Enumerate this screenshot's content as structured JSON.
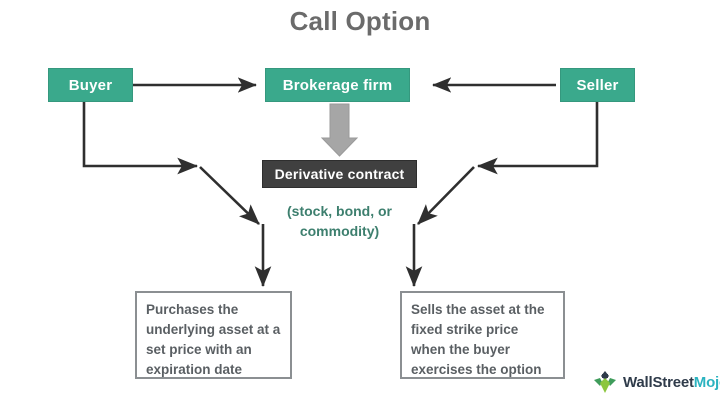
{
  "title": "Call Option",
  "colors": {
    "green": "#3aa98c",
    "dark": "#404040",
    "note_text": "#3d7f6e",
    "box_border": "#8b8f92",
    "arrow": "#2f2f2f",
    "block_arrow": "#a6a6a6",
    "title_text": "#6b6b6b"
  },
  "nodes": {
    "buyer": "Buyer",
    "brokerage": "Brokerage firm",
    "seller": "Seller",
    "derivative": "Derivative contract"
  },
  "annotations": {
    "underlying": "(stock, bond, or commodity)",
    "underlying_line1": "(stock, bond, or",
    "underlying_line2": "commodity)"
  },
  "outcome_boxes": {
    "buyer_outcome": "Purchases the underlying asset at a set price with an expiration date",
    "seller_outcome": "Sells the asset at the fixed strike price when the buyer exercises the option"
  },
  "logo": {
    "part1": "WallStreet",
    "part2": "Mojo",
    "icon": "wallstreetmojo-bull-icon"
  },
  "connectors": [
    {
      "name": "buyer-to-brokerage",
      "from": "buyer",
      "to": "brokerage",
      "style": "straight-arrow-right"
    },
    {
      "name": "seller-to-brokerage",
      "from": "seller",
      "to": "brokerage",
      "style": "straight-arrow-left"
    },
    {
      "name": "brokerage-to-derivative",
      "from": "brokerage",
      "to": "derivative",
      "style": "block-arrow-down"
    },
    {
      "name": "buyer-to-buyer-outcome",
      "from": "buyer",
      "to": "buyer_outcome",
      "style": "elbow-diagonal"
    },
    {
      "name": "seller-to-seller-outcome",
      "from": "seller",
      "to": "seller_outcome",
      "style": "elbow-diagonal"
    }
  ]
}
